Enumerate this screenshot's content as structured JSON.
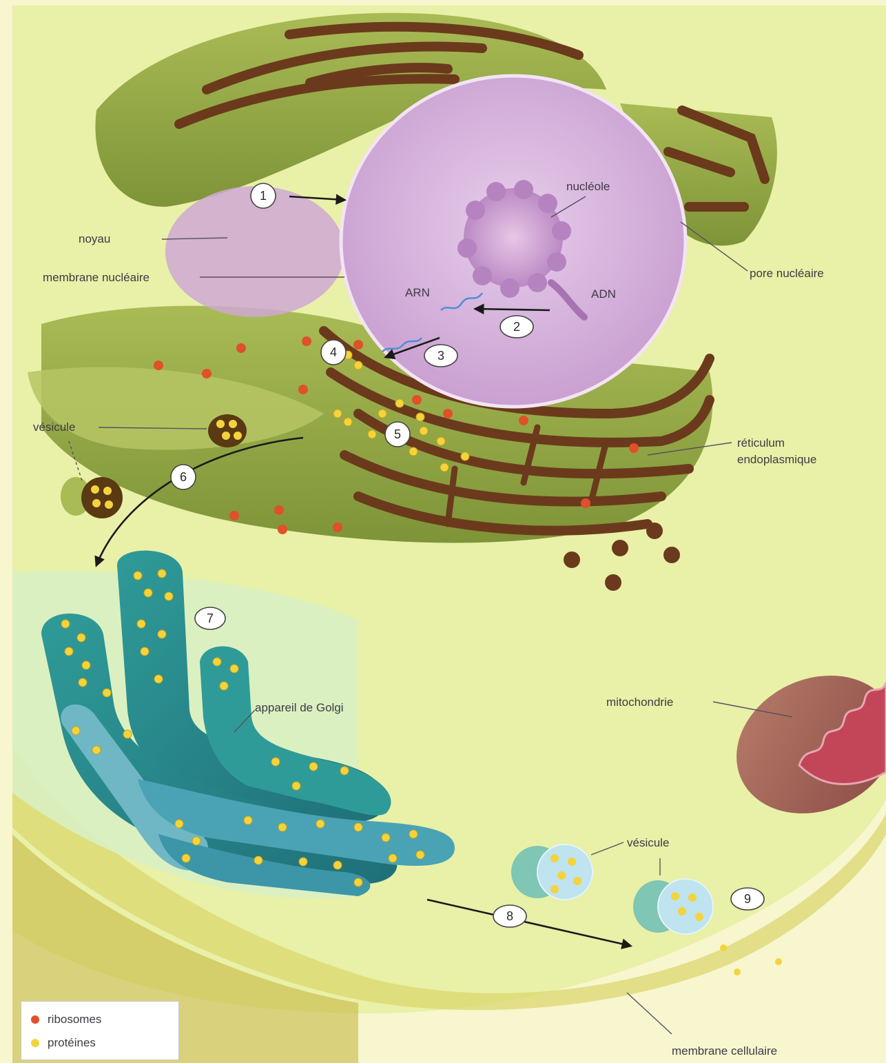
{
  "labels": {
    "noyau": "noyau",
    "membrane_nucleaire": "membrane nucléaire",
    "nucleole": "nucléole",
    "pore_nucleaire": "pore nucléaire",
    "arn": "ARN",
    "adn": "ADN",
    "vesicule_left": "vésicule",
    "reticulum_line1": "réticulum",
    "reticulum_line2": "endoplasmique",
    "golgi": "appareil de Golgi",
    "mitochondrie": "mitochondrie",
    "vesicule_right": "vésicule",
    "membrane_cellulaire": "membrane cellulaire"
  },
  "steps": [
    "1",
    "2",
    "3",
    "4",
    "5",
    "6",
    "7",
    "8",
    "9"
  ],
  "legend": [
    {
      "label": "ribosomes",
      "color": "#e0502a"
    },
    {
      "label": "protéines",
      "color": "#f2d43a"
    }
  ],
  "colors": {
    "cytoplasm": "#eaf0a8",
    "nucleus": "#d8b4dd",
    "reticulum": "#8ea446",
    "golgi": "#2a8a8a",
    "mitochondria": "#a65f55"
  }
}
